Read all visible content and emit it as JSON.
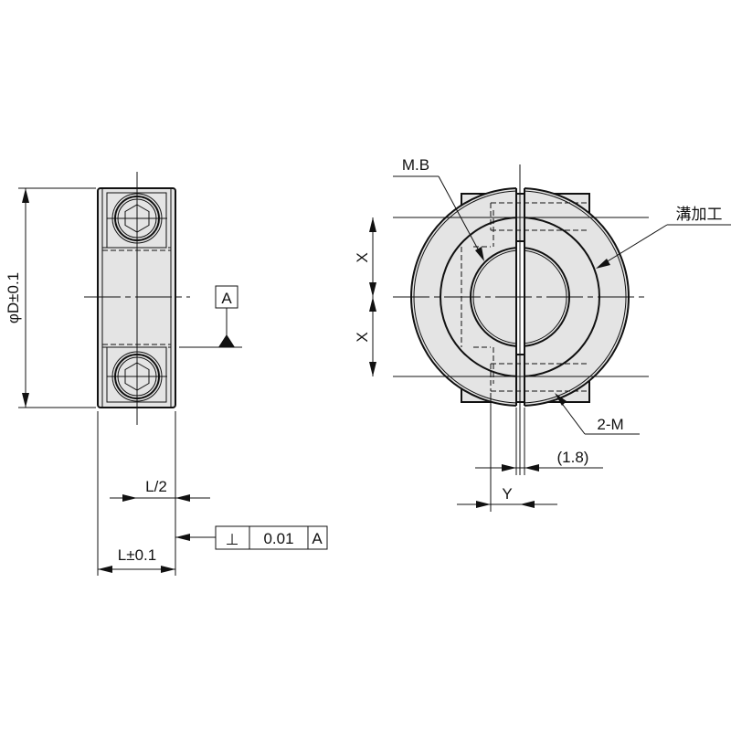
{
  "left_view": {
    "diameter_label": "φD±0.1",
    "datum_label": "A",
    "half_length_label": "L/2",
    "length_label": "L±0.1",
    "tolerance_frame": {
      "symbol": "⊥",
      "value": "0.01",
      "datum": "A"
    }
  },
  "right_view": {
    "bolt_label": "M.B",
    "groove_label": "溝加工",
    "x_label_top": "X",
    "x_label_bottom": "X",
    "screw_label": "2-M",
    "gap_label": "(1.8)",
    "y_label": "Y"
  }
}
